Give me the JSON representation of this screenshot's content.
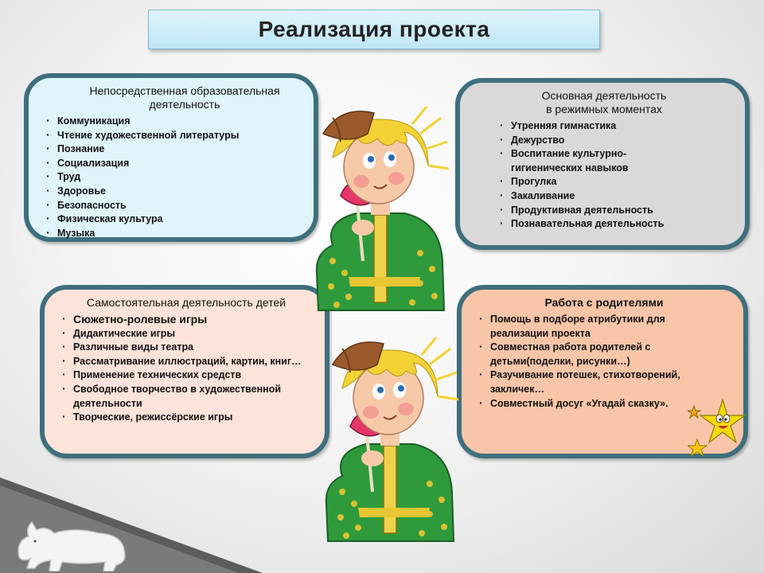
{
  "title": "Реализация проекта",
  "panels": {
    "direct": {
      "heading": "Непосредственная образовательная деятельность",
      "items": [
        "Коммуникация",
        "Чтение художественной литературы",
        "Познание",
        "Социализация",
        "Труд",
        "Здоровье",
        "Безопасность",
        "Физическая культура",
        "Музыка"
      ]
    },
    "routine": {
      "heading_line1": "Основная деятельность",
      "heading_line2": "в режимных моментах",
      "items": [
        "Утренняя гимнастика",
        "Дежурство",
        "Воспитание культурно-гигиенических навыков",
        "Прогулка",
        "Закаливание",
        "Продуктивная деятельность",
        "Познавательная деятельность"
      ]
    },
    "independent": {
      "heading": "Самостоятельная деятельность детей",
      "items": [
        "Сюжетно-ролевые игры",
        "Дидактические игры",
        "Различные виды театра",
        "Рассматривание иллюстраций, картин, книг…",
        "Применение технических средств",
        "Свободное творчество в художественной деятельности",
        "Творческие, режиссёрские игры"
      ]
    },
    "parents": {
      "heading": "Работа с родителями",
      "items": [
        "Помощь в подборе атрибутики для реализации проекта",
        "Совместная работа родителей с детьми(поделки, рисунки…)",
        "Разучивание потешек, стихотворений, закличек…",
        "Совместный досуг «Угадай сказку»."
      ]
    }
  },
  "colors": {
    "title_bg": "#c9ebf8",
    "panel_border": "#3f6f7d",
    "panel_direct": "#dff4fb",
    "panel_routine": "#d9d9d9",
    "panel_independent": "#fde3d9",
    "panel_parents": "#f8c5a8"
  },
  "icons": [
    "boy-illustration",
    "star-characters-illustration",
    "white-cat-silhouette"
  ]
}
